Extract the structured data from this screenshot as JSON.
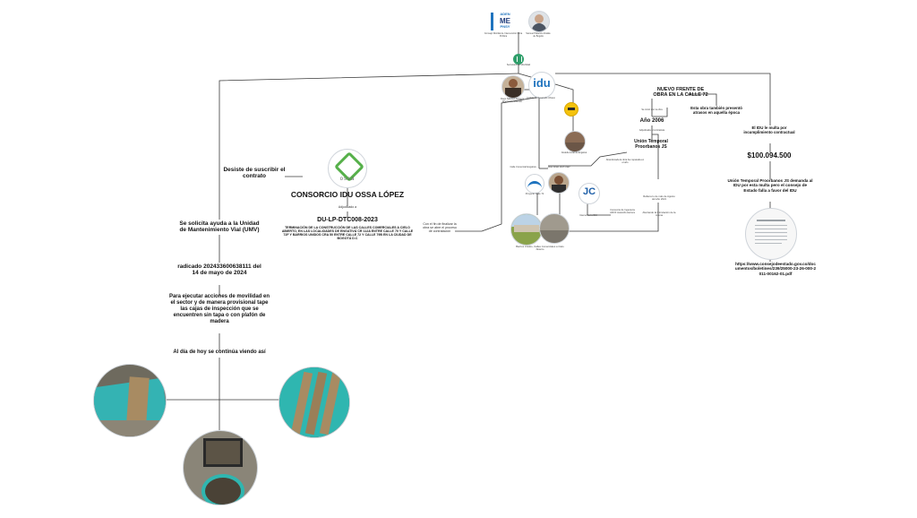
{
  "top": {
    "logo_lines": [
      "ADEN",
      "ME",
      "PNSY"
    ],
    "logo_caption": "Consejo Distrital de Intervención Obra Pública",
    "person_caption": "Samuel Palacios Alcalde de Bogotá",
    "node_caption": "Secretaría de Movilidad"
  },
  "left_branch": {
    "desiste": "Desiste de suscribir el contrato",
    "solicita": "Se solicita ayuda a la Unidad de Mantenimiento Vial (UMV)",
    "radicado": "radicado 202433600638111 del 14 de mayo de 2024",
    "ejecutar": "Para ejecutar acciones de movilidad en el sector y de manera provisional tape las cajas de inspección que se encuentren sin tapa o con plafón de madera",
    "al_dia": "Al día de hoy se continúa viendo así"
  },
  "consorcio": {
    "logo_text": "ossa",
    "title": "CONSORCIO IDU OSSA LÓPEZ",
    "adjudicado": "Adjudicado a",
    "contrato": "DU-LP-DTC008-2023",
    "descripcion": "TERMINACIÓN DE LA CONSTRUCCIÓN DE LAS CALLES COMERCIALES A CIELO ABIERTO, EN LAS LOCALIDADES DE ENGATIVÁ CR 112A ENTRE CALLE 70 Y CALLE 72F Y BARRIOS UNIDOS CRA 50 ENTRE CALLE 72 Y CALLE 79B EN LA CIUDAD DE BOGOTÁ D.C",
    "nota": "Con el fin de finalizar la obra se abre el proceso de contratación"
  },
  "idu": {
    "logo": "idu",
    "caption": "Instituto de Desarrollo Urbano",
    "person_caption": "Diego Sánchez Fonseca Director General IDU",
    "jaber_caption": "Jose Israel Ruiz Páez",
    "alcaldia_caption": "Alcaldía Local de Engativá",
    "calle_label": "Calle Comercial Engativá",
    "interventoria_label": "Interventoría IDU",
    "consorcio_label": "Consorcio de Ingeniería ADOF Jaramillo Herrera",
    "barrios_label": "Barrios Unidos, Calles Comerciales a Cielo Abierto",
    "rellena": "Rellena lo de más de Agosto del año 2021",
    "afectando": "Afectando la Circulación de la misma",
    "proyecto_label": "Proyecto Calle 72"
  },
  "right_branch": {
    "nuevo_frente": "NUEVO FRENTE DE OBRA EN LA CALLE 72",
    "inicio_small": "Se inició con la obra",
    "anio": "Año 2006",
    "union_small": "Adjudicada al contratista",
    "union": "Unión Temporal Proorbanos JS",
    "abandono": "Abandonada la obra fue reparada en el año",
    "esta_obra": "Esta obra también presentó atrasos en aquella época",
    "multa": "El IDU le multa por incumplimiento contractual",
    "monto": "$100.094.500",
    "demanda": "Unión Temporal Proorbanos JS demanda al IDU por esta multa pero el consejo de Estado falla a favor del IDU",
    "url": "https://www.consejodeestado.gov.co/documentos/boletines/239/25000-23-26-000-2011-00162-01.pdf"
  },
  "colors": {
    "line": "#3a3a3a",
    "ossa_green": "#56b04a",
    "idu_blue": "#1e73be",
    "teal": "#2fb6b0",
    "wood": "#a88b62",
    "yellow": "#f4c20d"
  }
}
